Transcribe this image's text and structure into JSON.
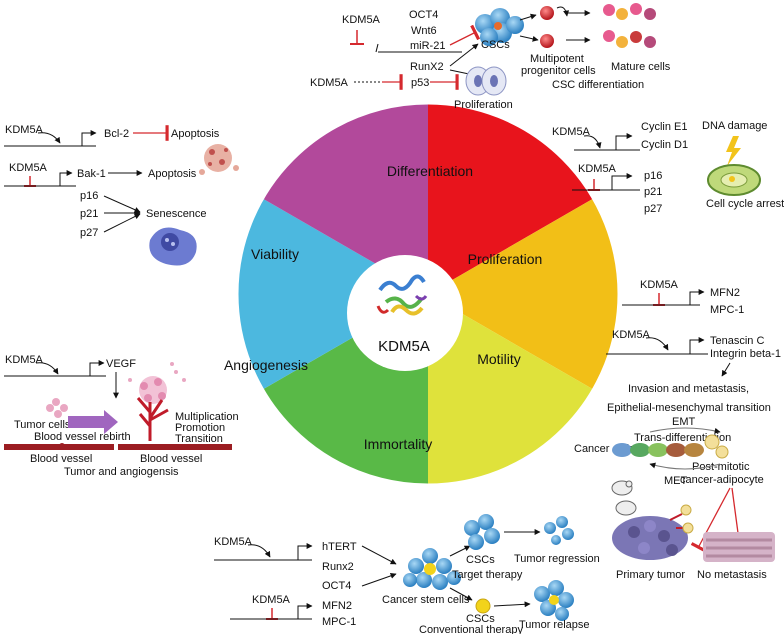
{
  "center": {
    "label": "KDM5A"
  },
  "colors": {
    "differentiation": "#e8141c",
    "proliferation": "#f2bf17",
    "motility": "#dfe23b",
    "immortality": "#59b947",
    "angiogenesis": "#4cb8df",
    "viability": "#b2499b",
    "inhibit": "#d5292e",
    "arrow": "#111111",
    "vessel": "#9b1d22",
    "purple_arrow": "#a066bf"
  },
  "segments": {
    "differentiation": "Differentiation",
    "proliferation": "Proliferation",
    "motility": "Motility",
    "immortality": "Immortality",
    "angiogenesis": "Angiogenesis",
    "viability": "Viability"
  },
  "top": {
    "kdm5a_1": "KDM5A",
    "oct4": "OCT4",
    "wnt6": "Wnt6",
    "mir21": "miR-21",
    "runx2": "RunX2",
    "kdm5a_2": "KDM5A",
    "p53": "p53",
    "cscs": "CSCs",
    "multipotent": "Multipotent",
    "progenitor": "progenitor cells",
    "mature": "Mature cells",
    "csc_diff": "CSC differentiation",
    "proliferation": "Proliferation"
  },
  "right_top": {
    "kdm5a_1": "KDM5A",
    "cyclin_e1": "Cyclin E1",
    "cyclin_d1": "Cyclin D1",
    "dna_damage": "DNA damage",
    "kdm5a_2": "KDM5A",
    "p16": "p16",
    "p21": "p21",
    "p27": "p27",
    "arrest": "Cell cycle arrest"
  },
  "left_top": {
    "kdm5a_1": "KDM5A",
    "bcl2": "Bcl-2",
    "apoptosis_1": "Apoptosis",
    "kdm5a_2": "KDM5A",
    "bak1": "Bak-1",
    "apoptosis_2": "Apoptosis",
    "p16": "p16",
    "p21": "p21",
    "p27": "p27",
    "senescence": "Senescence"
  },
  "left_bottom": {
    "kdm5a": "KDM5A",
    "vegf": "VEGF",
    "tumor_cells": "Tumor cells",
    "rebirth": "Blood vessel rebirth",
    "multiplication": "Multiplication",
    "promotion": "Promotion",
    "transition": "Transition",
    "vessel_1": "Blood vessel",
    "vessel_2": "Blood vessel",
    "caption": "Tumor and angiogensis"
  },
  "right_bottom": {
    "kdm5a_1": "KDM5A",
    "mfn2": "MFN2",
    "mpc1": "MPC-1",
    "kdm5a_2": "KDM5A",
    "tenascin": "Tenascin C",
    "integrin": "Integrin beta-1",
    "invasion": "Invasion and metastasis,",
    "emt_full": "Epithelial-mesenchymal transition",
    "emt": "EMT",
    "trans": "Trans-differentiation",
    "cancer_cells": "Cancer cells",
    "post_mitotic_1": "Post-mitotic",
    "post_mitotic_2": "cancer-adipocyte",
    "met": "MET",
    "primary": "Primary tumor",
    "no_meta": "No metastasis"
  },
  "bottom": {
    "kdm5a_1": "KDM5A",
    "htert": "hTERT",
    "runx2": "Runx2",
    "oct4": "OCT4",
    "kdm5a_2": "KDM5A",
    "mfn2": "MFN2",
    "mpc1": "MPC-1",
    "cscs": "CSCs",
    "target": "Target therapy",
    "regression": "Tumor regression",
    "stem": "Cancer stem cells",
    "cscs_2": "CSCs",
    "conventional": "Conventional therapy",
    "relapse": "Tumor relapse"
  }
}
